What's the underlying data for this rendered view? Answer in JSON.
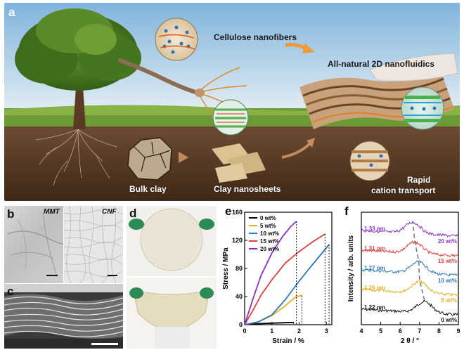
{
  "panel_a": {
    "letter": "a",
    "labels": {
      "cellulose": "Cellulose nanofibers",
      "nanofluidics": "All-natural 2D nanofluidics",
      "bulk_clay": "Bulk clay",
      "nanosheets": "Clay nanosheets",
      "rapid_line1": "Rapid",
      "rapid_line2": "cation transport"
    }
  },
  "panel_b": {
    "letter": "b",
    "mmt": "MMT",
    "cnf": "CNF"
  },
  "panel_c": {
    "letter": "c"
  },
  "panel_d": {
    "letter": "d"
  },
  "panel_e": {
    "letter": "e"
  },
  "panel_f": {
    "letter": "f"
  },
  "chart_data": [
    {
      "panel": "e",
      "type": "line",
      "xlabel": "Strain / %",
      "ylabel": "Stress / MPa",
      "xlim": [
        0,
        3.2
      ],
      "ylim": [
        0,
        160
      ],
      "xticks": [
        0,
        1,
        2,
        3
      ],
      "yticks": [
        0,
        40,
        80,
        120,
        160
      ],
      "legend_position": "top-left",
      "series": [
        {
          "name": "0 wt%",
          "color": "#000000",
          "points": [
            [
              0,
              0
            ],
            [
              0.4,
              1.2
            ],
            [
              1.0,
              2.2
            ],
            [
              1.5,
              2.8
            ],
            [
              1.8,
              3.2
            ]
          ],
          "break_x": 1.8
        },
        {
          "name": "5 wt%",
          "color": "#e8b020",
          "points": [
            [
              0,
              0
            ],
            [
              0.5,
              4
            ],
            [
              1.0,
              13
            ],
            [
              1.4,
              24
            ],
            [
              1.7,
              34
            ],
            [
              1.9,
              40
            ],
            [
              2.1,
              41.5
            ]
          ],
          "break_x": 2.1
        },
        {
          "name": "10 wt%",
          "color": "#2a78bd",
          "points": [
            [
              0,
              0
            ],
            [
              0.5,
              4
            ],
            [
              1.0,
              14
            ],
            [
              1.5,
              36
            ],
            [
              2.0,
              62
            ],
            [
              2.5,
              86
            ],
            [
              2.8,
              100
            ],
            [
              3.1,
              114
            ]
          ],
          "break_x": 3.1
        },
        {
          "name": "15 wt%",
          "color": "#e04040",
          "points": [
            [
              0,
              0
            ],
            [
              0.3,
              20
            ],
            [
              0.6,
              42
            ],
            [
              1.0,
              64
            ],
            [
              1.5,
              88
            ],
            [
              2.0,
              104
            ],
            [
              2.5,
              118
            ],
            [
              2.95,
              129
            ]
          ],
          "break_x": 2.95
        },
        {
          "name": "20 wt%",
          "color": "#8b2fd0",
          "points": [
            [
              0,
              0
            ],
            [
              0.3,
              36
            ],
            [
              0.6,
              70
            ],
            [
              1.0,
              102
            ],
            [
              1.4,
              126
            ],
            [
              1.7,
              140
            ],
            [
              1.9,
              147
            ]
          ],
          "break_x": 1.9
        }
      ]
    },
    {
      "panel": "f",
      "type": "line",
      "xlabel": "2 θ / °",
      "ylabel": "Intensity / arb. units",
      "xlim": [
        4,
        9
      ],
      "xticks": [
        4,
        5,
        6,
        7,
        8,
        9
      ],
      "series": [
        {
          "name": "0 wt%",
          "d_spacing": "1.22 nm",
          "color": "#111111",
          "peak": 7.25
        },
        {
          "name": "5 wt%",
          "d_spacing": "1.26 nm",
          "color": "#e8b020",
          "peak": 7.0
        },
        {
          "name": "10 wt%",
          "d_spacing": "1.27 nm",
          "color": "#2a78bd",
          "peak": 6.95
        },
        {
          "name": "15 wt%",
          "d_spacing": "1.31 nm",
          "color": "#e04040",
          "peak": 6.75
        },
        {
          "name": "20 wt%",
          "d_spacing": "1.33 nm",
          "color": "#8b2fd0",
          "peak": 6.65
        }
      ]
    }
  ]
}
